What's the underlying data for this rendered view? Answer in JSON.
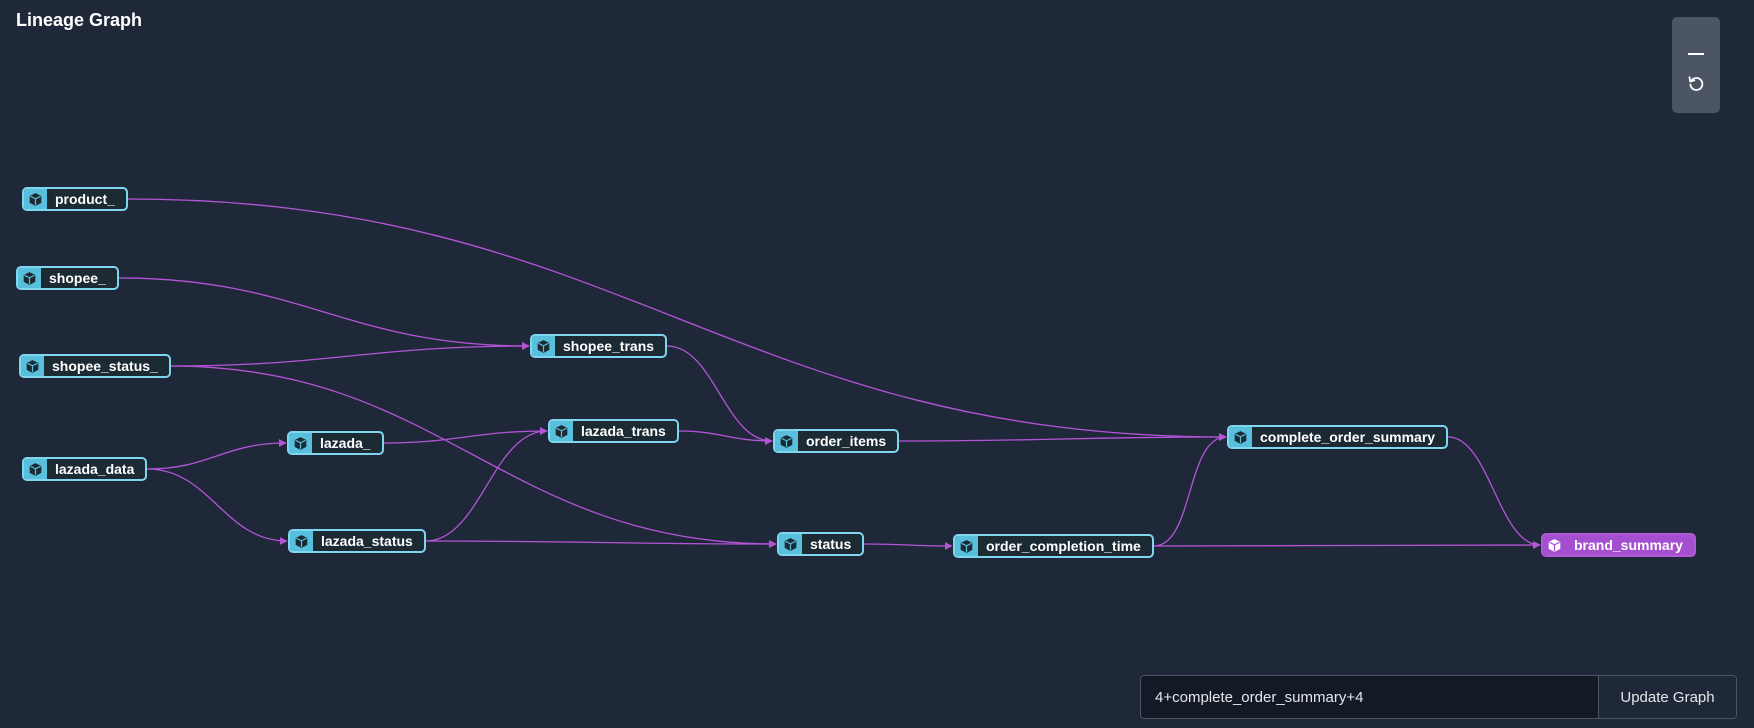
{
  "header": {
    "title": "Lineage Graph"
  },
  "nodes": {
    "product": "product_",
    "shopee": "shopee_",
    "shopee_status": "shopee_status_",
    "lazada_data": "lazada_data",
    "lazada": "lazada_",
    "lazada_status": "lazada_status",
    "shopee_trans": "shopee_trans",
    "lazada_trans": "lazada_trans",
    "order_items": "order_items",
    "status": "status",
    "order_completion_time": "order_completion_time",
    "complete_order_summary": "complete_order_summary",
    "brand_summary": "brand_summary"
  },
  "node_icon": "cube-icon",
  "edges": [
    [
      "product",
      "complete_order_summary"
    ],
    [
      "shopee",
      "shopee_trans"
    ],
    [
      "shopee_status",
      "shopee_trans"
    ],
    [
      "shopee_status",
      "status"
    ],
    [
      "lazada_data",
      "lazada"
    ],
    [
      "lazada_data",
      "lazada_status"
    ],
    [
      "lazada",
      "lazada_trans"
    ],
    [
      "lazada_status",
      "lazada_trans"
    ],
    [
      "lazada_status",
      "status"
    ],
    [
      "shopee_trans",
      "order_items"
    ],
    [
      "lazada_trans",
      "order_items"
    ],
    [
      "order_items",
      "complete_order_summary"
    ],
    [
      "status",
      "order_completion_time"
    ],
    [
      "order_completion_time",
      "complete_order_summary"
    ],
    [
      "order_completion_time",
      "brand_summary"
    ],
    [
      "complete_order_summary",
      "brand_summary"
    ]
  ],
  "zoom_controls": {
    "zoom_out_icon": "minus-icon",
    "reset_icon": "reset-icon"
  },
  "query": {
    "value": "4+complete_order_summary+4",
    "button_label": "Update Graph"
  },
  "colors": {
    "background": "#1f2838",
    "node_border": "#7fd6ee",
    "node_icon_bg": "#58bfdc",
    "target_node": "#a44fcf",
    "edge": "#b454d8"
  }
}
